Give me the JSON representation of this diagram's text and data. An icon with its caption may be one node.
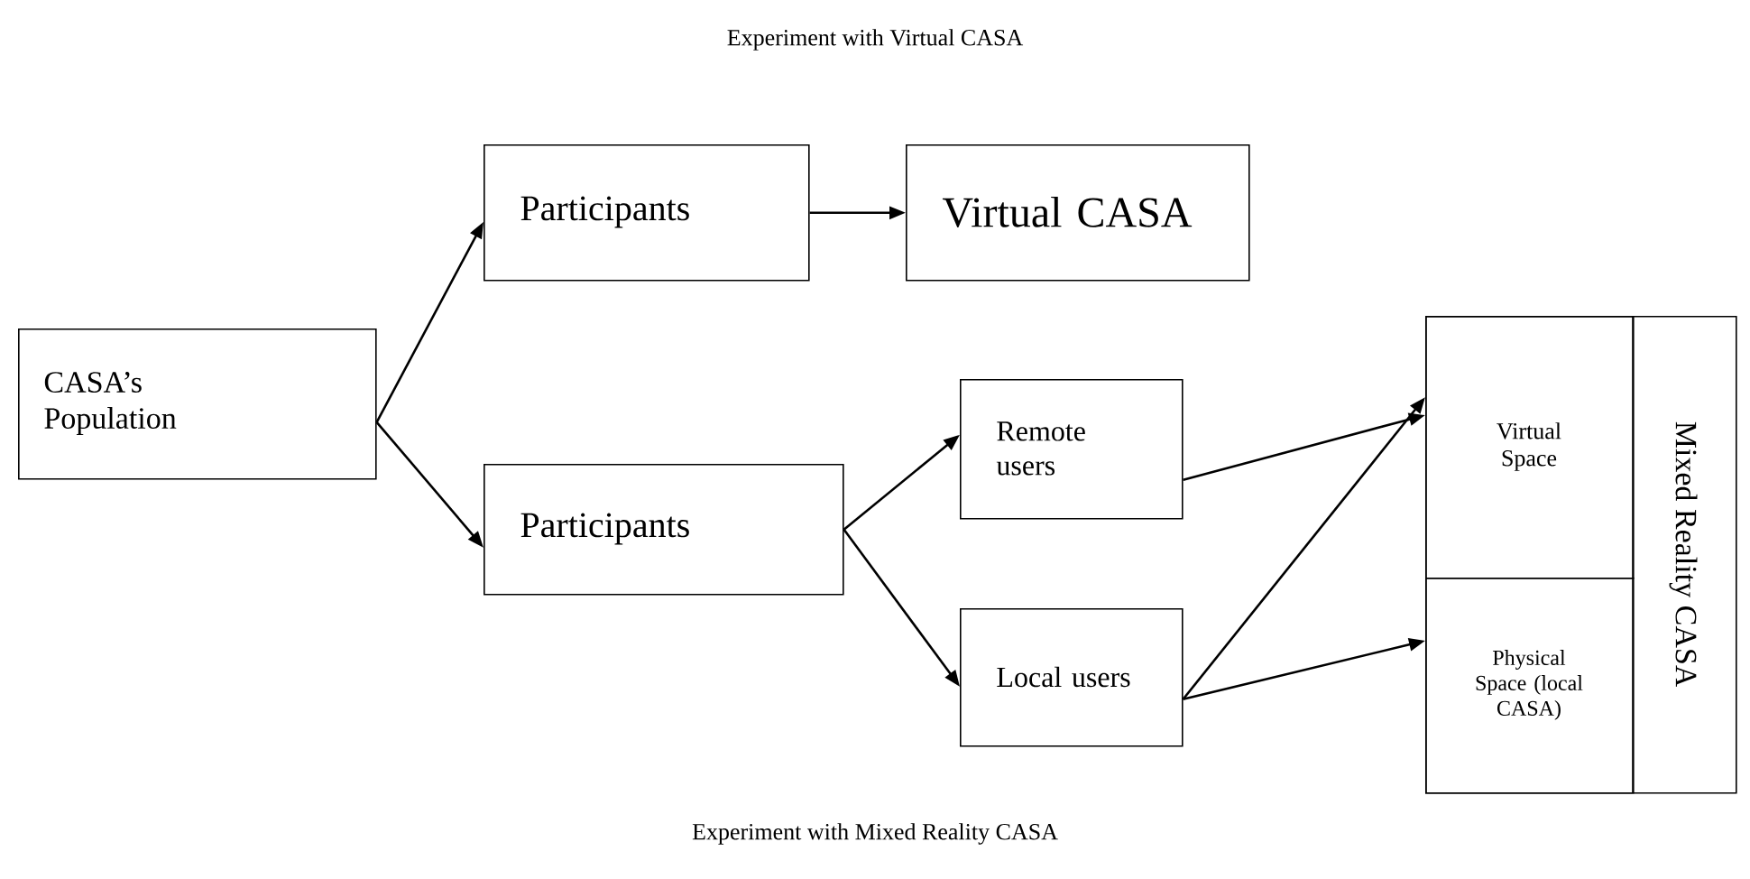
{
  "diagram": {
    "title": "Experiment with Virtual CASA",
    "caption": "Experiment with Mixed Reality CASA",
    "nodes": [
      {
        "text": [
          "CASA’s Population"
        ]
      },
      {
        "text": [
          "Participants"
        ]
      },
      {
        "text": [
          "Virtual CASA"
        ]
      },
      {
        "text": [
          "Participants"
        ]
      },
      {
        "text": [
          "Remote users"
        ]
      },
      {
        "text": [
          "Local users"
        ]
      },
      {
        "text": [
          "Mixed Reality CASA"
        ]
      },
      {
        "text": [
          "Virtual Space"
        ],
        "in": 6
      },
      {
        "text": [
          "Physical Space (local CASA)"
        ],
        "in": 6
      }
    ],
    "edges": [
      {
        "from": 0,
        "to": 1,
        "arrow": "to"
      },
      {
        "from": 0,
        "to": 3,
        "arrow": "to"
      },
      {
        "from": 1,
        "to": 2,
        "arrow": "to"
      },
      {
        "from": 3,
        "to": 4,
        "arrow": "to"
      },
      {
        "from": 3,
        "to": 5,
        "arrow": "to"
      },
      {
        "from": 4,
        "to": 7,
        "arrow": "to"
      },
      {
        "from": 5,
        "to": 7,
        "arrow": "to"
      },
      {
        "from": 5,
        "to": 8,
        "arrow": "to"
      }
    ]
  }
}
